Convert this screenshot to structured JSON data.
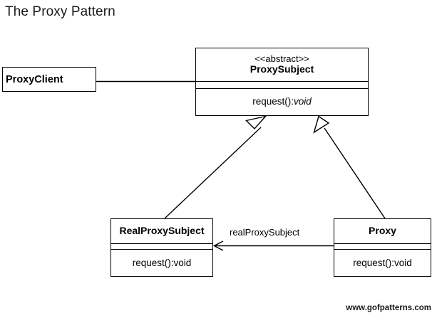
{
  "diagram": {
    "title": "The Proxy Pattern",
    "footer": "www.gofpatterns.com",
    "type": "uml-class-diagram",
    "line_color": "#000000",
    "background": "#ffffff"
  },
  "classes": {
    "proxyclient": {
      "name": "ProxyClient",
      "stereotype": "",
      "operations": []
    },
    "proxysubject": {
      "name": "ProxySubject",
      "stereotype": "<<abstract>>",
      "attributes_label": "",
      "operation_name": "request():",
      "operation_type": "void"
    },
    "realproxysubject": {
      "name": "RealProxySubject",
      "attributes_label": "",
      "operation": "request():void"
    },
    "proxy": {
      "name": "Proxy",
      "attributes_label": "",
      "operation": "request():void"
    }
  },
  "relationships": {
    "client_to_subject": {
      "kind": "association",
      "from": "ProxyClient",
      "to": "ProxySubject",
      "label": ""
    },
    "real_generalization": {
      "kind": "generalization",
      "from": "RealProxySubject",
      "to": "ProxySubject",
      "label": ""
    },
    "proxy_generalization": {
      "kind": "generalization",
      "from": "Proxy",
      "to": "ProxySubject",
      "label": ""
    },
    "proxy_to_real": {
      "kind": "directed-association",
      "from": "Proxy",
      "to": "RealProxySubject",
      "label": "realProxySubject"
    }
  }
}
